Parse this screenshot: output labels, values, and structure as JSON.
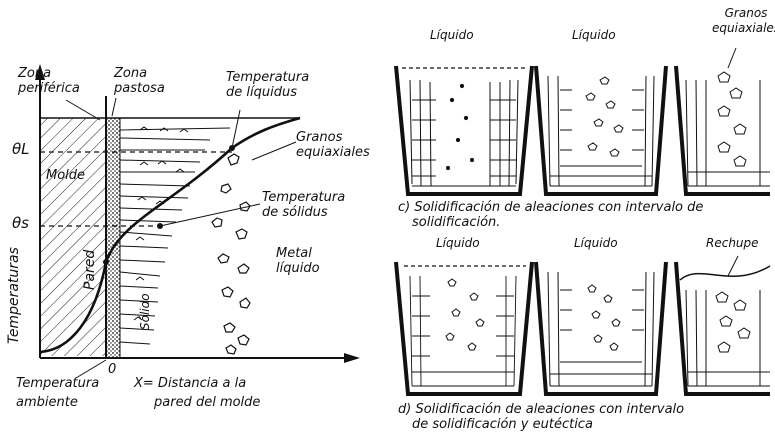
{
  "left_diagram": {
    "zona_periferica": [
      "Zona",
      "periférica"
    ],
    "zona_pastosa": [
      "Zona",
      "pastosa"
    ],
    "temp_liquidus": [
      "Temperatura",
      "de líquidus"
    ],
    "theta_l": "θL",
    "theta_s": "θs",
    "molde": "Molde",
    "pared": "Pared",
    "granos_equiaxiales": [
      "Granos",
      "equiaxiales"
    ],
    "temp_solidus": [
      "Temperatura",
      "de sólidus"
    ],
    "metal_liquido": [
      "Metal",
      "líquido"
    ],
    "solido": "Sólido",
    "temperaturas": "Temperaturas",
    "origin": "0",
    "temp_ambiente": [
      "Temperatura",
      "ambiente"
    ],
    "x_axis": [
      "X= Distancia a la",
      "pared del molde"
    ]
  },
  "row_c": {
    "labels": [
      "Líquido",
      "Líquido",
      "Granos",
      "equiaxiales"
    ],
    "caption": [
      "c) Solidificación de aleaciones con intervalo de",
      "solidificación."
    ]
  },
  "row_d": {
    "labels": [
      "Líquido",
      "Líquido",
      "Rechupe"
    ],
    "caption": [
      "d) Solidificación de aleaciones con intervalo",
      "de solidificación y eutéctica"
    ]
  }
}
